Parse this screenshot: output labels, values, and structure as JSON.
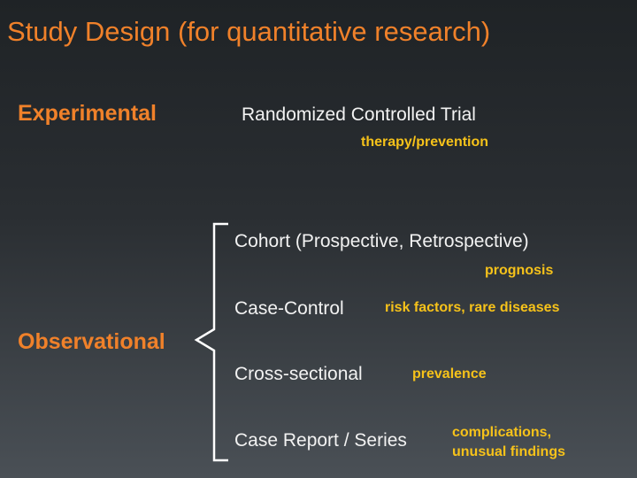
{
  "slide": {
    "title": "Study Design (for quantitative research)",
    "experimental": {
      "label": "Experimental",
      "design": "Randomized Controlled Trial",
      "purpose": "therapy/prevention"
    },
    "observational": {
      "label": "Observational",
      "items": [
        {
          "design": "Cohort (Prospective, Retrospective)",
          "purpose": "prognosis"
        },
        {
          "design": "Case-Control",
          "purpose": "risk factors, rare diseases"
        },
        {
          "design": "Cross-sectional",
          "purpose": "prevalence"
        },
        {
          "design": "Case Report / Series",
          "purpose_lines": [
            "complications,",
            "unusual findings"
          ]
        }
      ]
    },
    "colors": {
      "heading": "#f0812a",
      "design_text": "#f2f2f2",
      "purpose_text": "#f6c21a",
      "brace": "#ffffff"
    }
  }
}
